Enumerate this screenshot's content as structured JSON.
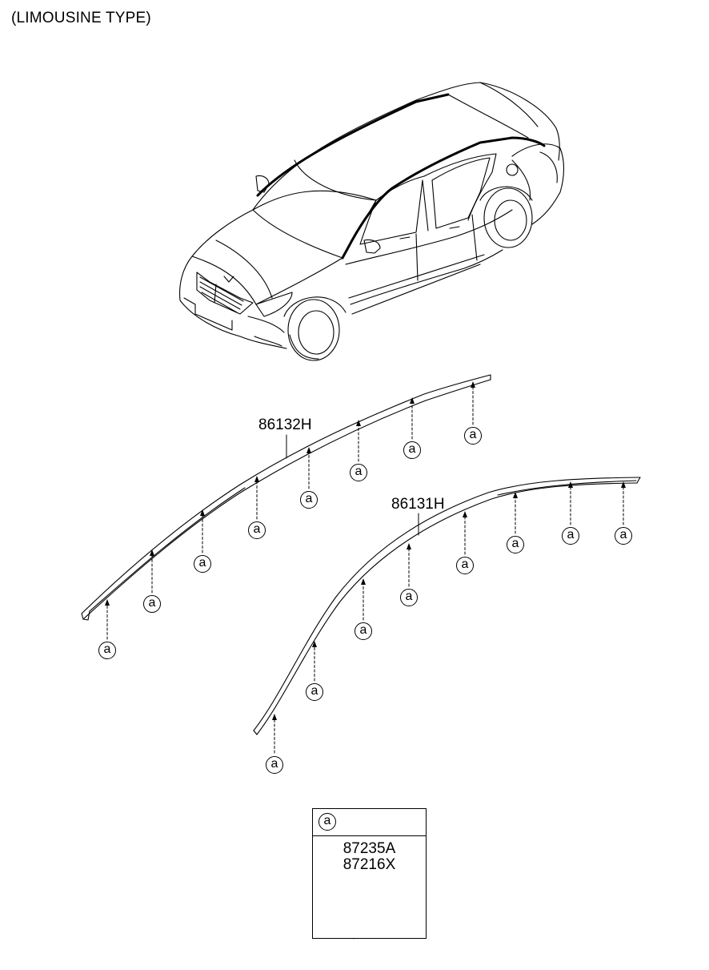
{
  "header": {
    "title": "(LIMOUSINE TYPE)"
  },
  "parts": {
    "upper_label": "86132H",
    "lower_label": "86131H",
    "clip_symbol": "a"
  },
  "legend": {
    "symbol": "a",
    "part_numbers": [
      "87235A",
      "87216X"
    ]
  }
}
